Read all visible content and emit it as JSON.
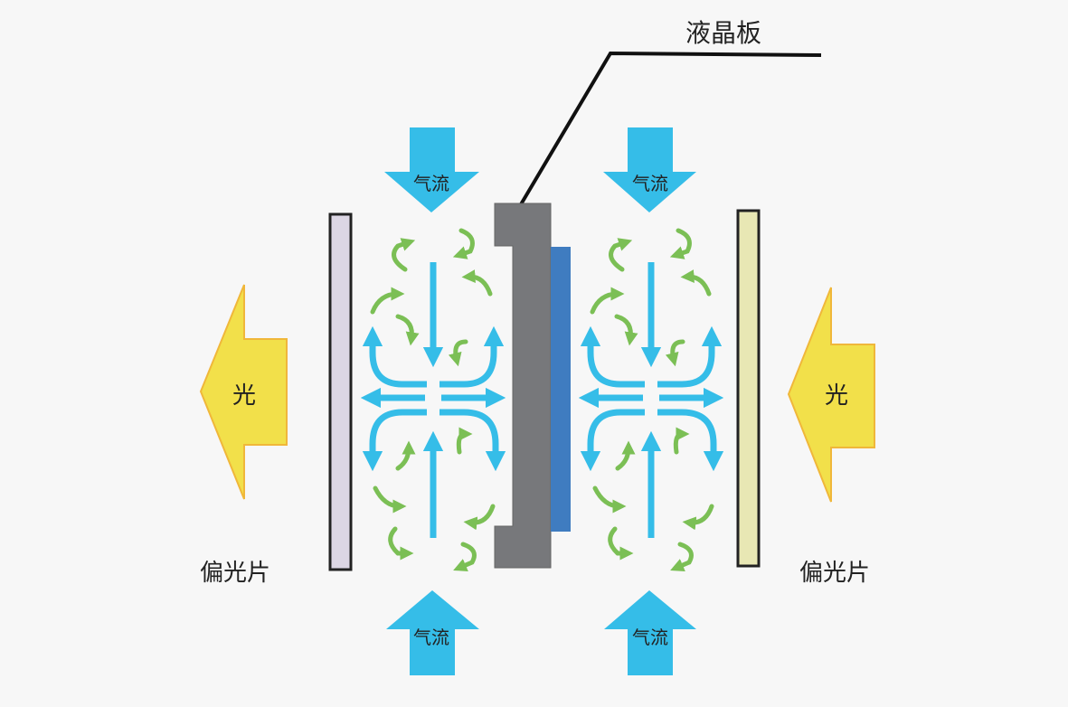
{
  "labels": {
    "lcd_panel": "液晶板",
    "polarizer_left": "偏光片",
    "polarizer_right": "偏光片",
    "light_left": "光",
    "light_right": "光",
    "airflow_top_left": "气流",
    "airflow_top_right": "气流",
    "airflow_bottom_left": "气流",
    "airflow_bottom_right": "气流"
  },
  "colors": {
    "background": "#f7f7f7",
    "airflow_blue": "#35bde8",
    "turbulence_green": "#7bbf55",
    "light_yellow": "#f2e04a",
    "light_outline": "#f0b73a",
    "lcd_gray": "#77787b",
    "lcd_blue": "#3f7cc0",
    "polarizer_left_fill": "#dcd6e4",
    "polarizer_right_fill": "#e8e7b4",
    "outline": "#222222"
  }
}
